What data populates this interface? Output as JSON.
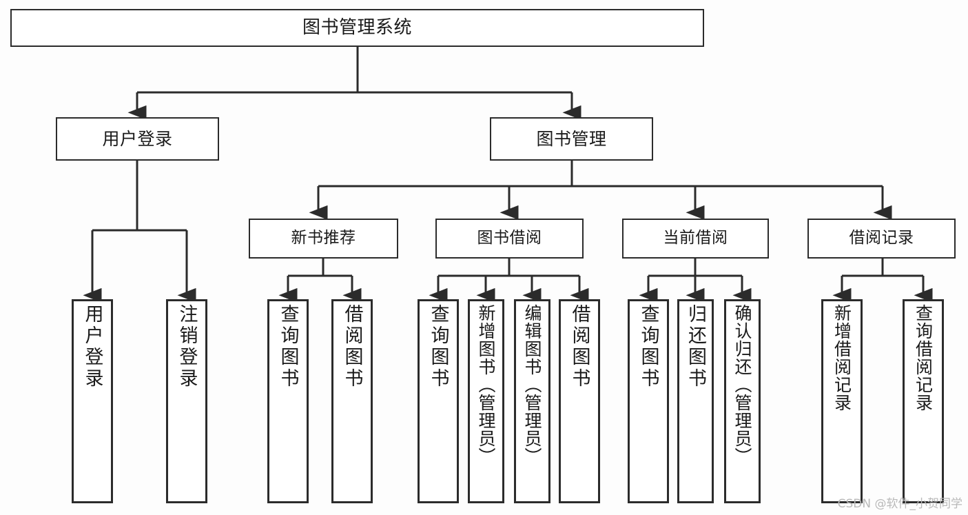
{
  "diagram": {
    "type": "tree-hierarchy-chart",
    "title": "图书管理系统",
    "colors": {
      "background": "#fdfdfd",
      "box_fill": "#ffffff",
      "stroke": "#2b2b2b",
      "text": "#1a1a1a",
      "watermark": "#b9b9b9"
    },
    "root": {
      "label": "图书管理系统"
    },
    "level2": [
      {
        "label": "用户登录"
      },
      {
        "label": "图书管理"
      }
    ],
    "level3": [
      {
        "label": "新书推荐"
      },
      {
        "label": "图书借阅"
      },
      {
        "label": "当前借阅"
      },
      {
        "label": "借阅记录"
      }
    ],
    "leaves": {
      "user_login": [
        {
          "label": "用户登录"
        },
        {
          "label": "注销登录"
        }
      ],
      "new_book_recommend": [
        {
          "label": "查询图书"
        },
        {
          "label": "借阅图书"
        }
      ],
      "book_borrow": [
        {
          "label": "查询图书"
        },
        {
          "label": "新增图书（管理员）"
        },
        {
          "label": "编辑图书（管理员）"
        },
        {
          "label": "借阅图书"
        }
      ],
      "current_borrow": [
        {
          "label": "查询图书"
        },
        {
          "label": "归还图书"
        },
        {
          "label": "确认归还（管理员）"
        }
      ],
      "borrow_record": [
        {
          "label": "新增借阅记录"
        },
        {
          "label": "查询借阅记录"
        }
      ]
    }
  },
  "watermark": {
    "text": "CSDN @软件_小贺同学"
  }
}
